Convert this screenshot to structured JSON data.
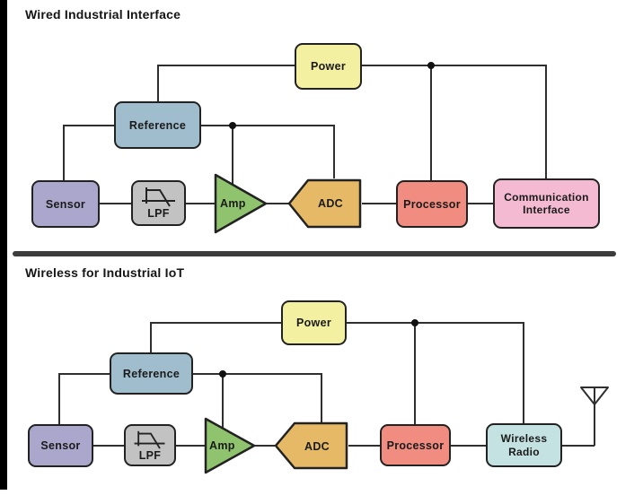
{
  "page": {
    "background": "#ffffff",
    "frame_color": "#000000",
    "divider_color": "#3d3d3d",
    "wire_color": "#2f2f2f"
  },
  "wired": {
    "title": "Wired Industrial Interface",
    "nodes": {
      "power": {
        "label": "Power",
        "color": "#f4f0a1"
      },
      "reference": {
        "label": "Reference",
        "color": "#9fbdcd"
      },
      "sensor": {
        "label": "Sensor",
        "color": "#aba7cc"
      },
      "lpf": {
        "label": "LPF",
        "color": "#c2c2c2",
        "icon": "lowpass-curve-icon"
      },
      "amp": {
        "label": "Amp",
        "color": "#8fc36e",
        "shape": "triangle-right"
      },
      "adc": {
        "label": "ADC",
        "color": "#e5b966",
        "shape": "pentagon-left"
      },
      "processor": {
        "label": "Processor",
        "color": "#f18d80"
      },
      "communication_interface": {
        "label_line1": "Communication",
        "label_line2": "Interface",
        "color": "#f3bad1"
      }
    }
  },
  "wireless": {
    "title": "Wireless for Industrial IoT",
    "nodes": {
      "power": {
        "label": "Power",
        "color": "#f4f0a1"
      },
      "reference": {
        "label": "Reference",
        "color": "#9fbdcd"
      },
      "sensor": {
        "label": "Sensor",
        "color": "#aba7cc"
      },
      "lpf": {
        "label": "LPF",
        "color": "#c2c2c2",
        "icon": "lowpass-curve-icon"
      },
      "amp": {
        "label": "Amp",
        "color": "#8fc36e",
        "shape": "triangle-right"
      },
      "adc": {
        "label": "ADC",
        "color": "#e5b966",
        "shape": "pentagon-left"
      },
      "processor": {
        "label": "Processor",
        "color": "#f18d80"
      },
      "wireless_radio": {
        "label_line1": "Wireless",
        "label_line2": "Radio",
        "color": "#c5e2e2"
      },
      "antenna": {
        "icon": "antenna-icon"
      }
    }
  }
}
